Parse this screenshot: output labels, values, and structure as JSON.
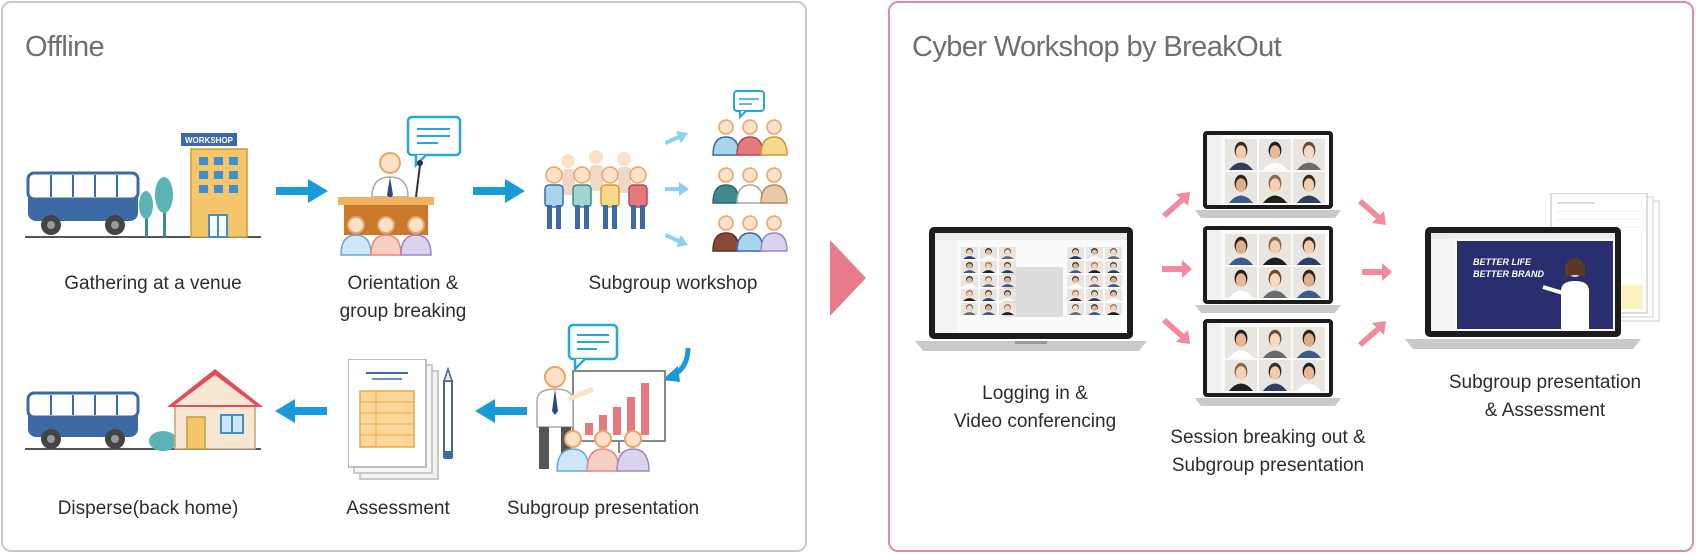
{
  "offline": {
    "title": "Offline",
    "steps": {
      "gathering": "Gathering at a venue",
      "orientation_line1": "Orientation &",
      "orientation_line2": "group breaking",
      "workshop": "Subgroup workshop",
      "presentation": "Subgroup presentation",
      "assessment": "Assessment",
      "disperse": "Disperse(back home)"
    },
    "building_sign": "WORKSHOP"
  },
  "cyber": {
    "title": "Cyber Workshop by BreakOut",
    "steps": {
      "login_line1": "Logging in &",
      "login_line2": "Video conferencing",
      "session_line1": "Session breaking out &",
      "session_line2": "Subgroup presentation",
      "final_line1": "Subgroup presentation",
      "final_line2": "& Assessment"
    },
    "slide_line1": "BETTER LIFE",
    "slide_line2": "BETTER BRAND"
  },
  "colors": {
    "offline_border": "#c9c9c9",
    "cyber_border": "#e58a9a",
    "flow_arrow": "#1a9ad8",
    "small_arrow_light": "#8ecfee",
    "pink_arrow": "#f08a9c",
    "big_arrow": "#e87b8b"
  }
}
